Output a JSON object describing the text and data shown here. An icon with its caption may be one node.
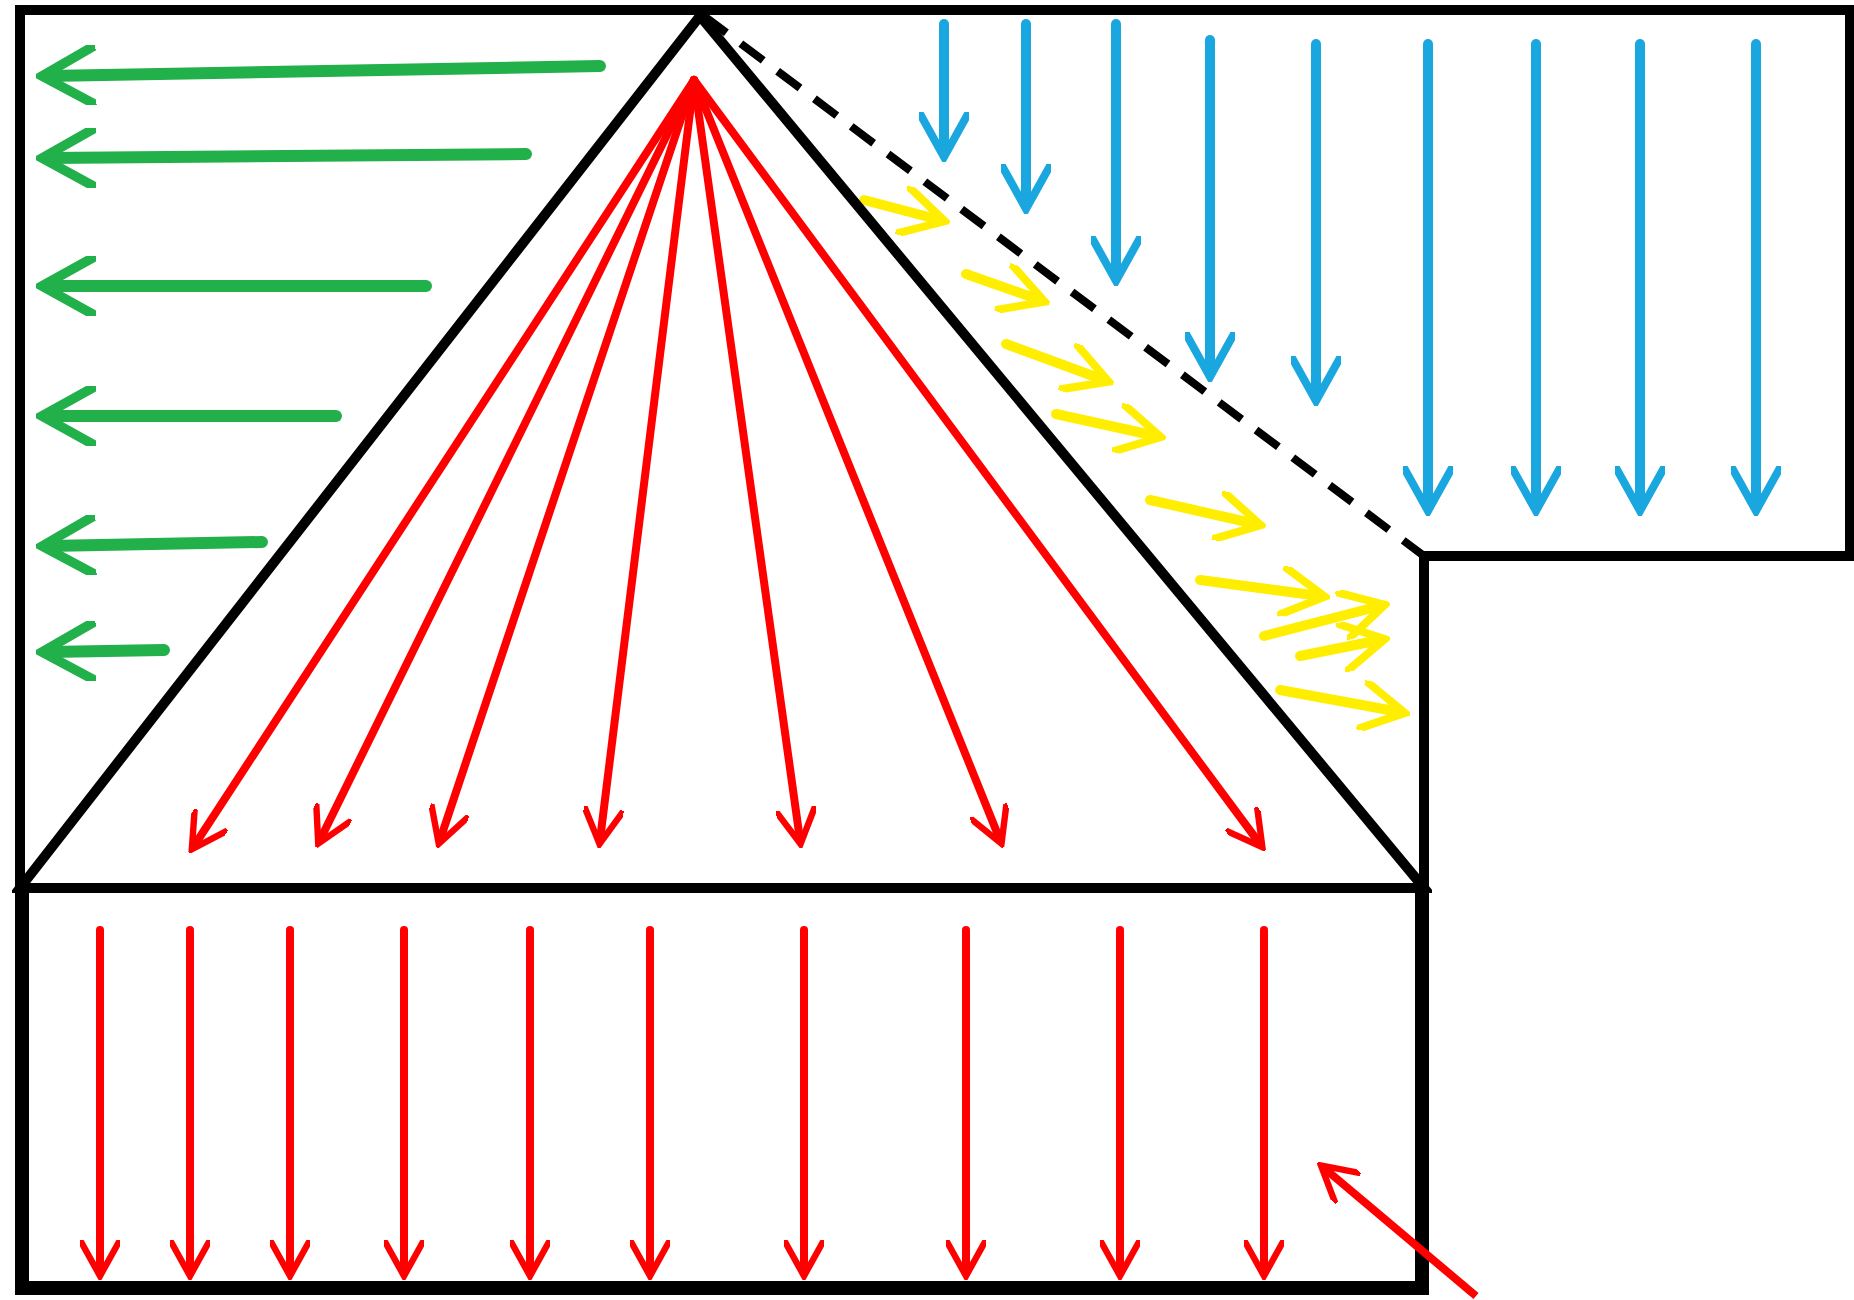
{
  "diagram": {
    "nodes": [
      {
        "text": [],
        "shape": "triangle"
      },
      {
        "text": [],
        "shape": "box"
      }
    ],
    "edges": [
      {
        "from": null,
        "to": 1,
        "arrow": "to"
      }
    ]
  }
}
